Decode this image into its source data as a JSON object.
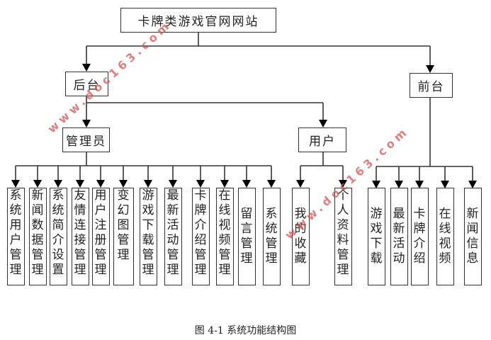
{
  "diagram": {
    "root": "卡牌类游戏官网网站",
    "backend": {
      "label": "后台",
      "roles": [
        {
          "label": "管理员",
          "children": [
            "系统用户管理",
            "新闻数据管理",
            "系统简介设置",
            "友情连接管理",
            "用户注册管理",
            "变幻图管理",
            "游戏下载管理",
            "最新活动管理",
            "卡牌介绍管理",
            "在线视频管理",
            "留言管理",
            "系统管理"
          ]
        },
        {
          "label": "用户",
          "children": [
            "我的收藏",
            "个人资料管理"
          ]
        }
      ]
    },
    "frontend": {
      "label": "前台",
      "children": [
        "游戏下载",
        "最新活动",
        "卡牌介绍",
        "在线视频",
        "新闻信息"
      ]
    },
    "caption": "图 4-1 系统功能结构图",
    "watermark": "www.doc163.com",
    "colors": {
      "line": "#333333",
      "watermark": "#d9534f"
    }
  }
}
